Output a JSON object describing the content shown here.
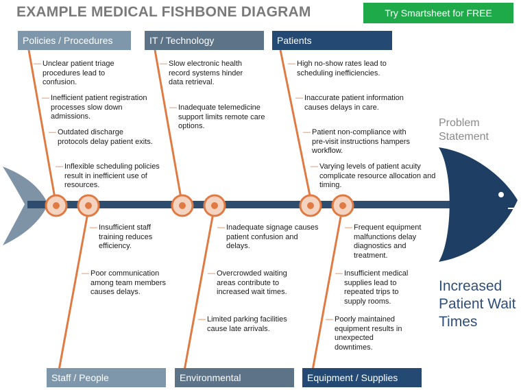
{
  "header": {
    "title": "EXAMPLE MEDICAL FISHBONE DIAGRAM",
    "cta_label": "Try Smartsheet for FREE"
  },
  "colors": {
    "spine": "#2e4d6e",
    "bone": "#e07a43",
    "circle_fill": "#f4d3c0",
    "head": "#1e3f63",
    "tail": "#7f93a6",
    "cta": "#1faa4a"
  },
  "categories": {
    "policies": {
      "label": "Policies / Procedures",
      "color": "#7f97aa"
    },
    "it": {
      "label": "IT / Technology",
      "color": "#5d7388"
    },
    "patients": {
      "label": "Patients",
      "color": "#244a73"
    },
    "staff": {
      "label": "Staff / People",
      "color": "#7f97aa"
    },
    "environmental": {
      "label": "Environmental",
      "color": "#5d7388"
    },
    "equipment": {
      "label": "Equipment / Supplies",
      "color": "#244a73"
    }
  },
  "causes": {
    "policies": [
      "Unclear patient triage procedures lead to confusion.",
      "Inefficient patient registration processes slow down admissions.",
      "Outdated discharge protocols delay patient exits.",
      "Inflexible scheduling policies result in inefficient use of resources."
    ],
    "it": [
      "Slow electronic health record systems hinder data retrieval.",
      "Inadequate telemedicine support limits remote care options."
    ],
    "patients": [
      "High no-show rates lead to scheduling inefficiencies.",
      "Inaccurate patient information causes delays in care.",
      "Patient non-compliance with pre-visit instructions hampers workflow.",
      "Varying levels of patient acuity complicate resource allocation and timing."
    ],
    "staff": [
      "Insufficient staff training reduces efficiency.",
      "Poor communication among team members causes delays."
    ],
    "environmental": [
      "Inadequate signage causes patient confusion and delays.",
      "Overcrowded waiting areas contribute to increased wait times.",
      "Limited parking facilities cause late arrivals."
    ],
    "equipment": [
      "Frequent equipment malfunctions delay diagnostics and treatment.",
      "Insufficient medical supplies lead to repeated trips to supply rooms.",
      "Poorly maintained equipment results in unexpected downtimes."
    ]
  },
  "problem": {
    "label": "Problem Statement",
    "value": "Increased Patient Wait Times"
  }
}
